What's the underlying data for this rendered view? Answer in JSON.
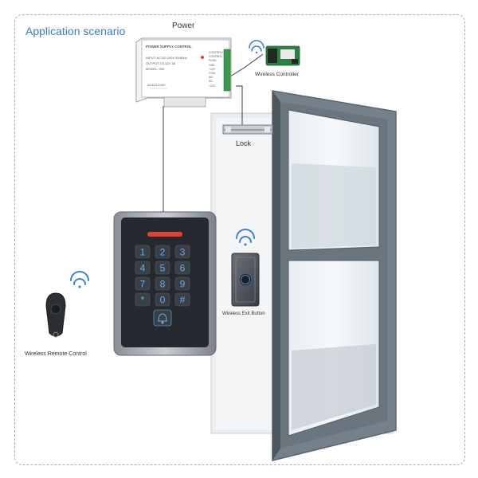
{
  "title": "Application scenario",
  "labels": {
    "power": "Power",
    "wireless_controller": "Wireless Controller",
    "lock": "Lock",
    "exit_button": "Wireless Exit Button",
    "remote": "Wireless Remote Control"
  },
  "psu": {
    "heading": "POWER SUPPLY CONTROL",
    "line1": "INPUT: AC110-240V 50/60Hz",
    "line2": "OUTPUT: DC12V  3A",
    "line3": "MODEL: 000",
    "ac_label": "AC110-240V",
    "terminals": [
      "CONTROL+",
      "CONTROL-",
      "PUSH",
      "GND",
      "+12V",
      "COM",
      "NO",
      "NC",
      "+12V"
    ]
  },
  "keypad": {
    "keys": [
      "1",
      "2",
      "3",
      "4",
      "5",
      "6",
      "7",
      "8",
      "9",
      "*",
      "0",
      "#"
    ]
  },
  "colors": {
    "title": "#3b7cc6",
    "frame": "#8fb3d9",
    "door_frame": "#6e7a84",
    "door_panel": "#d7dde2",
    "keypad_body": "#262a30",
    "key_glow": "#6fa8e8"
  },
  "icons": [
    "wifi-icon",
    "bell-icon",
    "lock-icon"
  ]
}
